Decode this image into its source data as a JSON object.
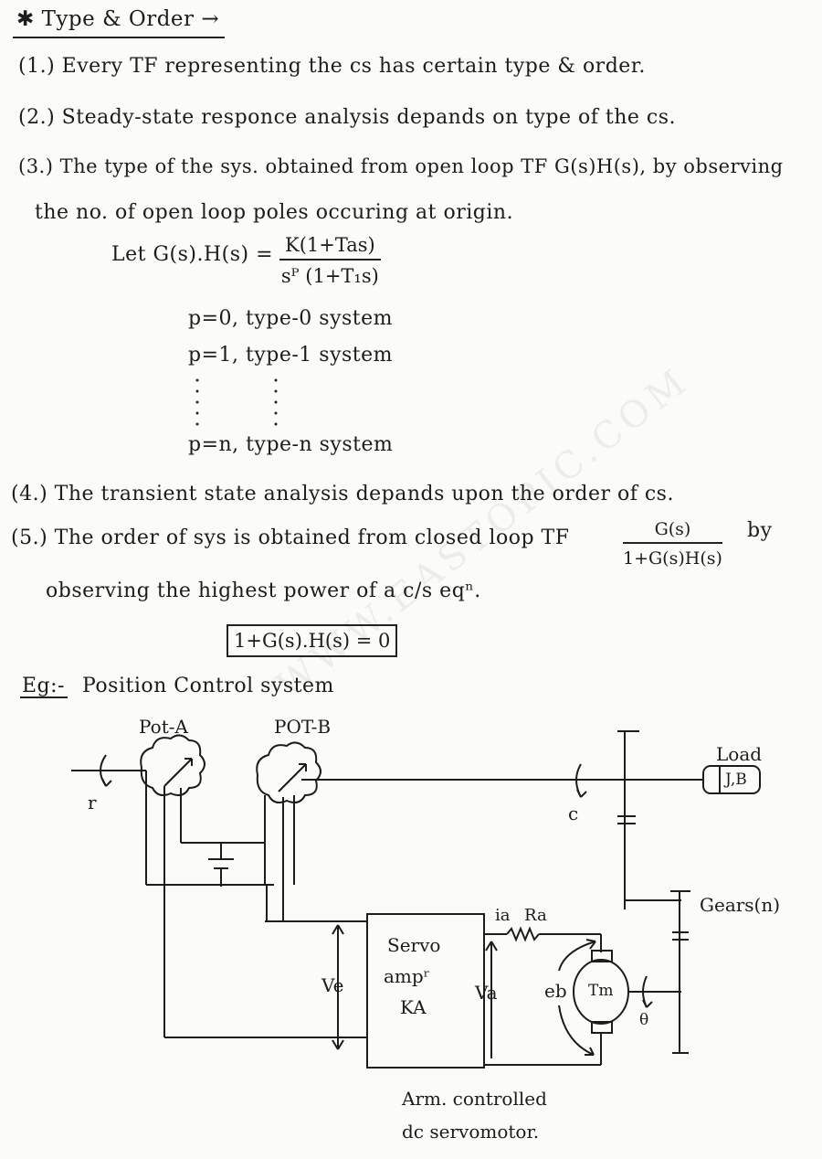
{
  "heading": {
    "star": "✱",
    "text": "Type & Order →"
  },
  "points": [
    {
      "num": "(1.)",
      "text": "Every TF representing the cs has certain type & order."
    },
    {
      "num": "(2.)",
      "text": "Steady-state responce analysis depands on type of the cs."
    },
    {
      "num": "(3.)",
      "text": "The type of the sys. obtained from open loop TF G(s)H(s), by observing"
    },
    {
      "num": "",
      "text": "the no. of open loop poles occuring at origin."
    }
  ],
  "let": {
    "lhs": "Let  G(s).H(s) =",
    "num": "K(1+Tas)",
    "den": "sᴾ (1+T₁s)"
  },
  "types": [
    "p=0,  type-0 system",
    "p=1,  type-1 system",
    "p=n,  type-n system"
  ],
  "points2": [
    {
      "num": "(4.)",
      "text": "The transient state analysis depands upon the order of cs."
    },
    {
      "num": "(5.)",
      "text": "The order of sys is obtained from closed loop TF"
    },
    {
      "num": "",
      "text": "observing the highest power of a c/s eqⁿ."
    }
  ],
  "cl_tf": {
    "num": "G(s)",
    "den": "1+G(s)H(s)",
    "after": "by"
  },
  "char_eq": "1+G(s).H(s) = 0",
  "example": {
    "label": "Eg:-",
    "text": "Position Control system"
  },
  "diagram": {
    "pot_a": "Pot-A",
    "pot_b": "POT-B",
    "r": "r",
    "c": "c",
    "load": "Load",
    "load_params": "J,B",
    "gears": "Gears(n)",
    "ia": "ia",
    "ra": "Ra",
    "amp_line1": "Servo",
    "amp_line2": "ampʳ",
    "amp_line3": "KA",
    "ve": "Ve",
    "va": "Va",
    "eb": "eb",
    "tm": "Tm",
    "theta": "θ",
    "caption1": "Arm. controlled",
    "caption2": "dc servomotor."
  },
  "watermark": "WWW.EASTOPIC.COM"
}
